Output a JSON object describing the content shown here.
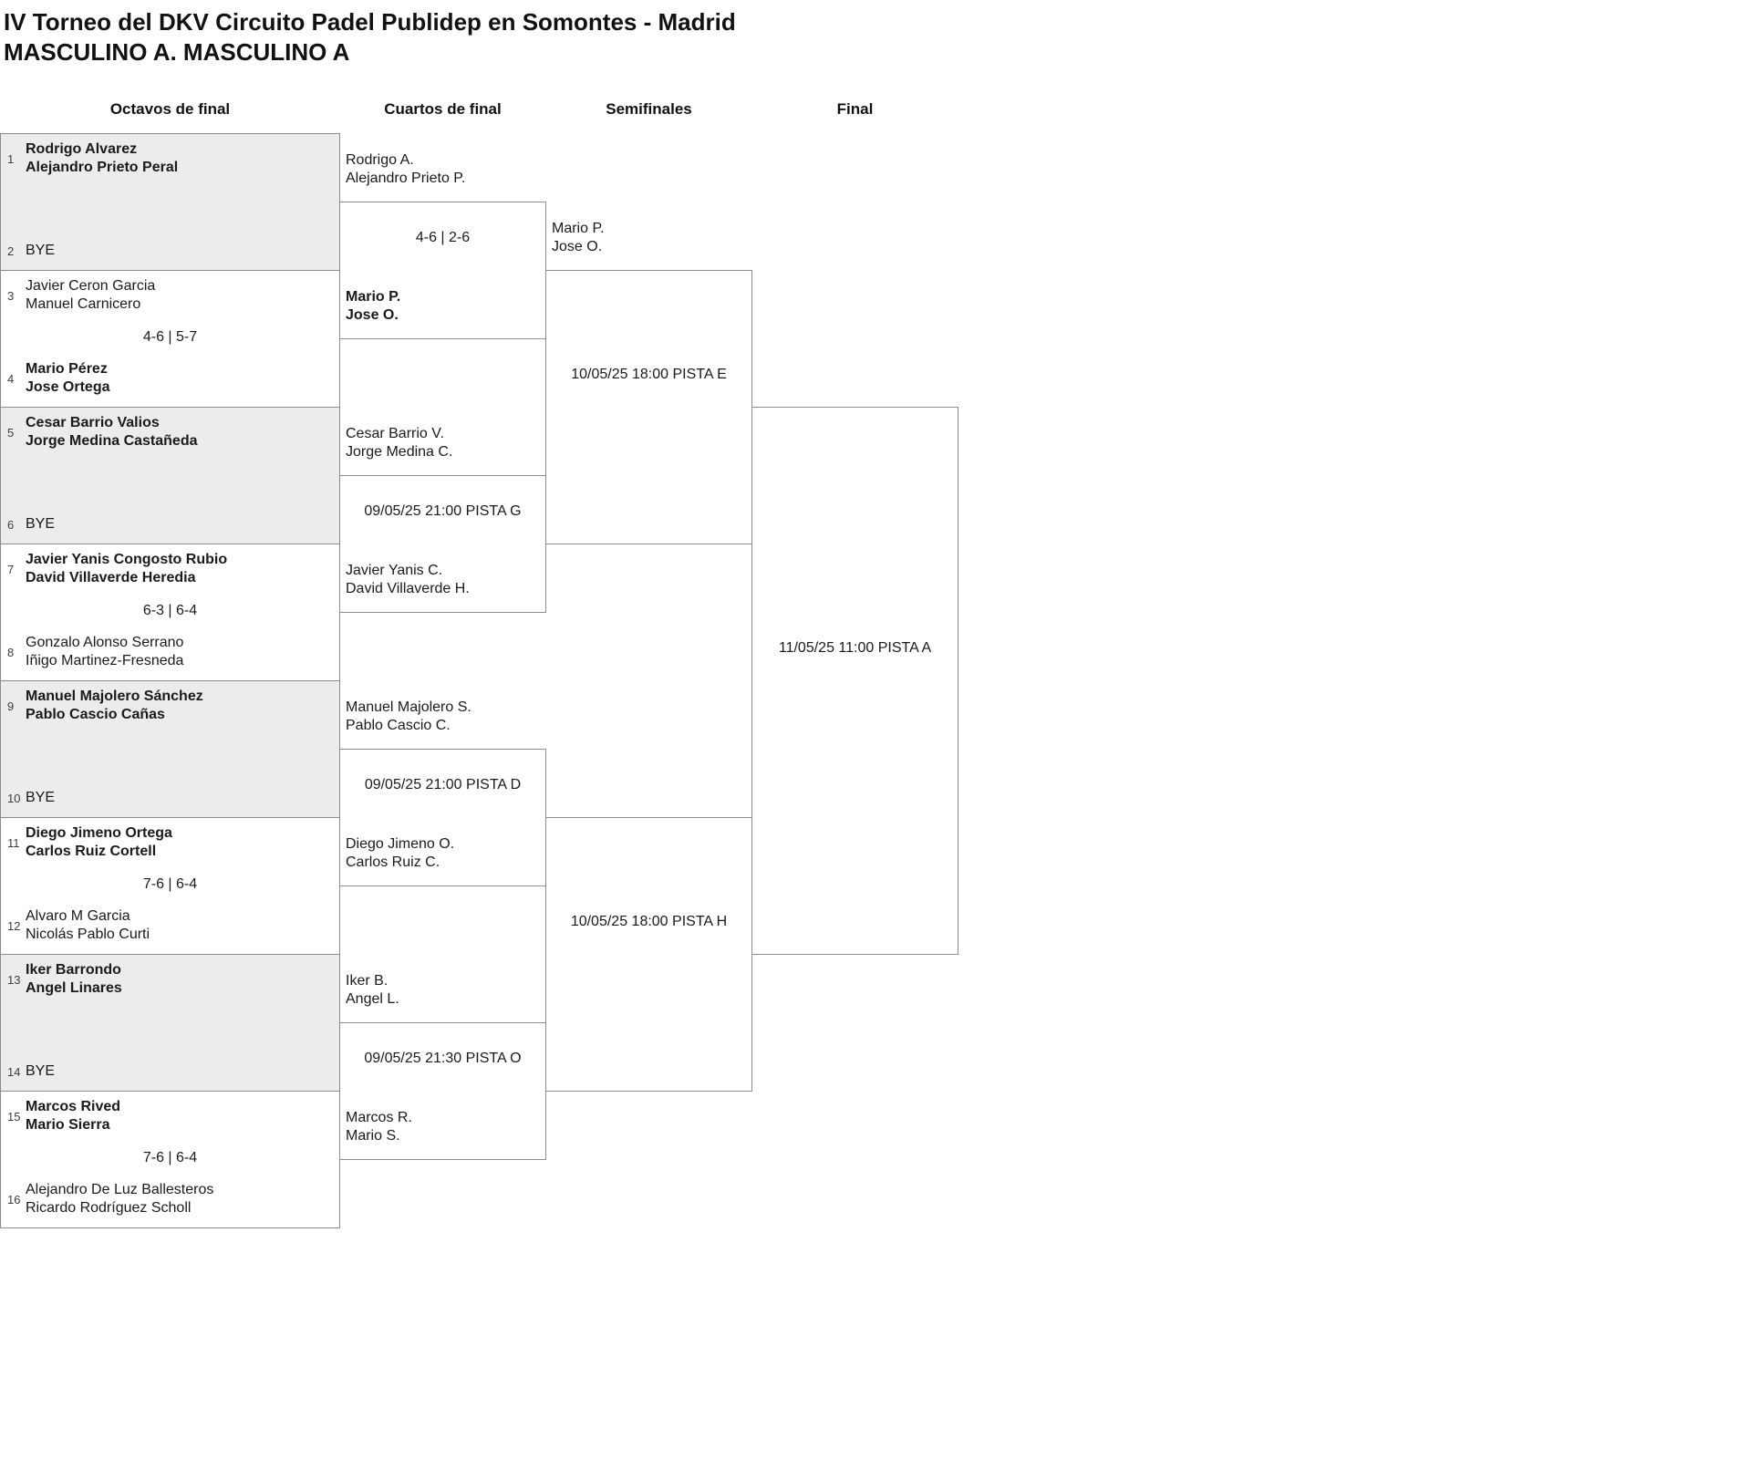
{
  "title": "IV Torneo del DKV Circuito Padel Publidep en Somontes - Madrid",
  "subtitle": "MASCULINO A. MASCULINO A",
  "round_headers": {
    "r16": "Octavos de final",
    "qf": "Cuartos de final",
    "sf": "Semifinales",
    "f": "Final"
  },
  "colors": {
    "bye_fill": "#ececec",
    "border": "#8c8c8c",
    "text": "#1a1a1a"
  },
  "r16": [
    {
      "top": {
        "seed": "1",
        "p1": "Rodrigo Alvarez",
        "p2": "Alejandro Prieto Peral"
      },
      "bottom": {
        "seed": "2",
        "bye": "BYE"
      }
    },
    {
      "top": {
        "seed": "3",
        "p1": "Javier Ceron Garcia",
        "p2": "Manuel Carnicero"
      },
      "score": "4-6 | 5-7",
      "bottom": {
        "seed": "4",
        "p1": "Mario Pérez",
        "p2": "Jose Ortega"
      }
    },
    {
      "top": {
        "seed": "5",
        "p1": "Cesar Barrio Valios",
        "p2": "Jorge Medina Castañeda"
      },
      "bottom": {
        "seed": "6",
        "bye": "BYE"
      }
    },
    {
      "top": {
        "seed": "7",
        "p1": "Javier Yanis Congosto Rubio",
        "p2": "David Villaverde Heredia"
      },
      "score": "6-3 | 6-4",
      "bottom": {
        "seed": "8",
        "p1": "Gonzalo Alonso Serrano",
        "p2": "Iñigo Martinez-Fresneda"
      }
    },
    {
      "top": {
        "seed": "9",
        "p1": "Manuel Majolero Sánchez",
        "p2": "Pablo Cascio Cañas"
      },
      "bottom": {
        "seed": "10",
        "bye": "BYE"
      }
    },
    {
      "top": {
        "seed": "11",
        "p1": "Diego Jimeno Ortega",
        "p2": "Carlos Ruiz Cortell"
      },
      "score": "7-6 | 6-4",
      "bottom": {
        "seed": "12",
        "p1": "Alvaro M Garcia",
        "p2": "Nicolás Pablo Curti"
      }
    },
    {
      "top": {
        "seed": "13",
        "p1": "Iker Barrondo",
        "p2": "Angel Linares"
      },
      "bottom": {
        "seed": "14",
        "bye": "BYE"
      }
    },
    {
      "top": {
        "seed": "15",
        "p1": "Marcos Rived",
        "p2": "Mario Sierra"
      },
      "score": "7-6 | 6-4",
      "bottom": {
        "seed": "16",
        "p1": "Alejandro De Luz Ballesteros",
        "p2": "Ricardo Rodríguez Scholl"
      }
    }
  ],
  "qf": [
    {
      "top": {
        "p1": "Rodrigo A.",
        "p2": "Alejandro Prieto P."
      },
      "center": "4-6 | 2-6",
      "bottom": {
        "p1": "Mario P.",
        "p2": "Jose O."
      }
    },
    {
      "top": {
        "p1": "Cesar Barrio V.",
        "p2": "Jorge Medina C."
      },
      "center": "09/05/25 21:00 PISTA G",
      "bottom": {
        "p1": "Javier Yanis C.",
        "p2": "David Villaverde H."
      }
    },
    {
      "top": {
        "p1": "Manuel Majolero S.",
        "p2": "Pablo Cascio C."
      },
      "center": "09/05/25 21:00 PISTA D",
      "bottom": {
        "p1": "Diego Jimeno O.",
        "p2": "Carlos Ruiz C."
      }
    },
    {
      "top": {
        "p1": "Iker B.",
        "p2": "Angel L."
      },
      "center": "09/05/25 21:30 PISTA O",
      "bottom": {
        "p1": "Marcos R.",
        "p2": "Mario S."
      }
    }
  ],
  "sf": [
    {
      "top": {
        "p1": "Mario P.",
        "p2": "Jose O."
      },
      "center": "10/05/25 18:00 PISTA E"
    },
    {
      "center": "10/05/25 18:00 PISTA H"
    }
  ],
  "final": {
    "center": "11/05/25 11:00 PISTA A"
  }
}
